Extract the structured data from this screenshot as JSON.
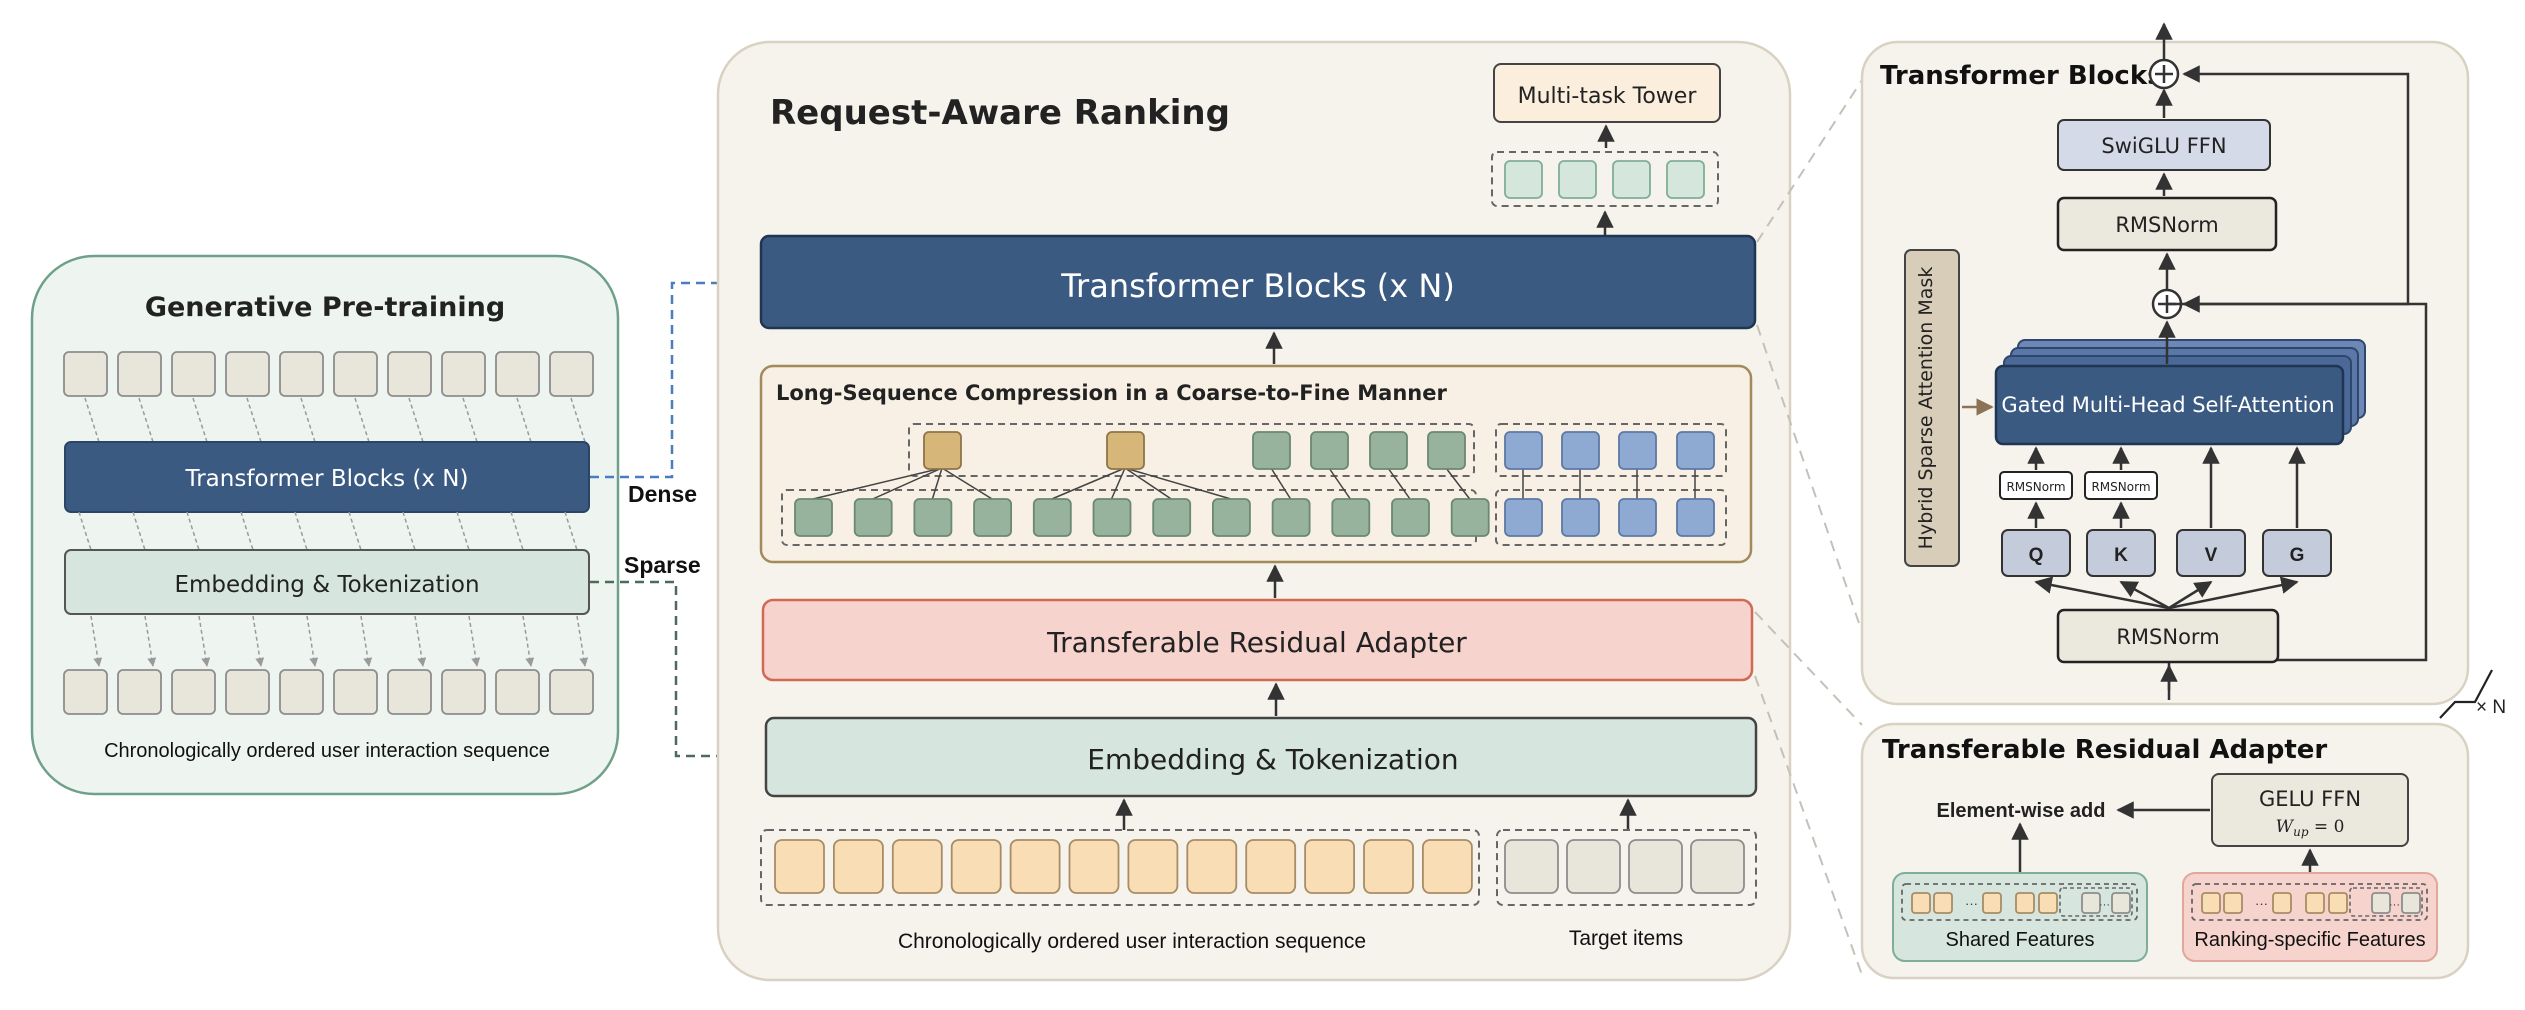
{
  "pretrain": {
    "title": "Generative Pre-training",
    "transformer_label": "Transformer Blocks (x N)",
    "embedding_label": "Embedding & Tokenization",
    "caption": "Chronologically ordered user interaction sequence"
  },
  "links": {
    "dense_label": "Dense",
    "sparse_label": "Sparse"
  },
  "ranking": {
    "title": "Request-Aware Ranking",
    "multitask_label": "Multi-task Tower",
    "transformer_label": "Transformer Blocks (x N)",
    "compression_label": "Long-Sequence Compression in a  Coarse-to-Fine Manner",
    "adapter_label": "Transferable Residual Adapter",
    "embedding_label": "Embedding & Tokenization",
    "sequence_caption": "Chronologically ordered user interaction sequence",
    "target_caption": "Target items"
  },
  "transformer_detail": {
    "title": "Transformer Blocks",
    "swiglu_label": "SwiGLU FFN",
    "rmsnorm_top_label": "RMSNorm",
    "attention_label": "Gated Multi-Head Self-Attention",
    "mask_label": "Hybrid Sparse Attention Mask",
    "qnorm_label": "RMSNorm",
    "knorm_label": "RMSNorm",
    "q_label": "Q",
    "k_label": "K",
    "v_label": "V",
    "g_label": "G",
    "rmsnorm_bottom_label": "RMSNorm",
    "repeat_label": "× N"
  },
  "adapter_detail": {
    "title": "Transferable Residual Adapter",
    "add_label": "Element-wise add",
    "ffn_label": "GELU FFN",
    "ffn_weight_label": "W",
    "ffn_weight_sub": "up",
    "ffn_weight_value": " = 0",
    "shared_label": "Shared Features",
    "ranking_label": "Ranking-specific Features",
    "ellipsis": "···"
  },
  "colors": {
    "navy": "#3b5a82",
    "pink_box": "#f6d3cd",
    "mint_box": "#d6e6df",
    "panel_bg": "#f6f3ec",
    "pretrain_bg": "#eef5f1",
    "token_gray": "#e8e5da",
    "token_orange": "#f8ddb5",
    "token_green": "#97b39e",
    "token_blue": "#8eaad2",
    "token_gold": "#d6b679",
    "dense_line": "#4a7dc0",
    "sparse_line": "#4d6b58"
  }
}
